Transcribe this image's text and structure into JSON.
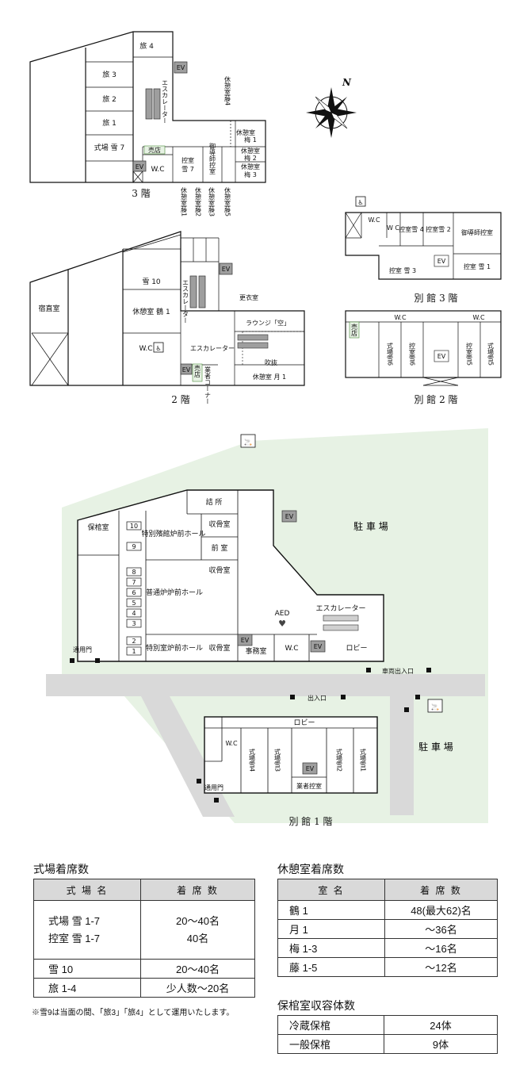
{
  "floor3": {
    "caption": "3 階",
    "rooms": {
      "tabi4": "旅 4",
      "tabi3": "旅 3",
      "tabi2": "旅 2",
      "tabi1": "旅 1",
      "yuki7": "式場 雪 7",
      "shop": "売店",
      "wc": "W.C",
      "hikae7a": "控室",
      "hikae7b": "雪 7",
      "dodoshi": "御導師控室",
      "ume1a": "休憩室",
      "ume1b": "梅 1",
      "ume2a": "休憩室",
      "ume2b": "梅 2",
      "ume3a": "休憩室",
      "ume3b": "梅 3",
      "ev": "EV",
      "escalator": "エスカレーター",
      "fuji1": "休憩室藤1",
      "fuji2": "休憩室藤2",
      "fuji3": "休憩室藤3",
      "fuji4": "休憩室藤4",
      "fuji5": "休憩室藤5"
    }
  },
  "floor2": {
    "caption": "2 階",
    "rooms": {
      "shukuchoku": "宿直室",
      "yuki10": "雪 10",
      "tsuru1": "休憩室 鶴 1",
      "wc": "W.C",
      "escalator": "エスカレーター",
      "kouishitsu": "更衣室",
      "lounge": "ラウンジ「空」",
      "escalator2": "エスカレーター",
      "fukinuke": "吹抜",
      "tsuki1": "休憩室 月 1",
      "ev": "EV",
      "shop": "売店",
      "gyosha": "業者コーナー"
    }
  },
  "annex3": {
    "caption": "別 館 3 階",
    "rooms": {
      "wc": "W.C",
      "wc2": "W C",
      "hikae_yuki4": "控室雪 4",
      "hikae_yuki2": "控室雪 2",
      "dodoshi": "御導師控室",
      "hikae_yuki3": "控室 雪 3",
      "hikae_yuki1": "控室 雪 1",
      "ev": "EV"
    }
  },
  "annex2": {
    "caption": "別 館 2 階",
    "rooms": {
      "wc_left": "W.C",
      "wc_right": "W.C",
      "shop": "売店",
      "shiki6": "式場雪6",
      "hikae6": "控室雪6",
      "hikae5": "控室雪5",
      "shiki5": "式場雪5",
      "ev": "EV"
    }
  },
  "floor1": {
    "rooms": {
      "tsumesho": "詰 所",
      "hokanshitsu": "保棺室",
      "tokubetsu_hall": "特別殯館炉前ホール",
      "shukotsu1": "収骨室",
      "zenshitsu": "前 室",
      "shukotsu2": "収骨室",
      "futsuro": "普通炉炉前ホール",
      "tokubetsu_room": "特別室炉前ホール",
      "shukotsu3": "収骨室",
      "jimushitsu": "事務室",
      "wc": "W.C",
      "lobby": "ロビー",
      "escalator": "エスカレーター",
      "aed": "AED",
      "ev": "EV",
      "parking": "駐 車 場",
      "tsuyomon": "通用門",
      "sharyo": "車両出入口",
      "deiriguchi": "出入口"
    },
    "furnaces": [
      "10",
      "9",
      "8",
      "7",
      "6",
      "5",
      "4",
      "3",
      "2",
      "1"
    ]
  },
  "annex1": {
    "caption": "別 館 1 階",
    "rooms": {
      "lobby": "ロビー",
      "wc": "W.C",
      "shiki4": "式場雪4",
      "shiki3": "式場雪3",
      "gyosha": "業者控室",
      "shiki2": "式場雪2",
      "shiki1": "式場雪1",
      "ev": "EV",
      "parking": "駐 車 場",
      "tsuyomon": "通用門"
    }
  },
  "north": "N",
  "tables": {
    "ceremony": {
      "title": "式場着席数",
      "headers": [
        "式 場 名",
        "着 席 数"
      ],
      "rows": [
        [
          "式場 雪 1-7\n控室 雪 1-7",
          "20〜40名\n40名"
        ],
        [
          "雪 10",
          "20〜40名"
        ],
        [
          "旅 1-4",
          "少人数〜20名"
        ]
      ],
      "note": "※雪9は当面の間、「旅3」「旅4」として運用いたします。"
    },
    "rest": {
      "title": "休憩室着席数",
      "headers": [
        "室 名",
        "着 席 数"
      ],
      "rows": [
        [
          "鶴 1",
          "48(最大62)名"
        ],
        [
          "月 1",
          "〜36名"
        ],
        [
          "梅 1-3",
          "〜16名"
        ],
        [
          "藤 1-5",
          "〜12名"
        ]
      ]
    },
    "storage": {
      "title": "保棺室収容体数",
      "rows": [
        [
          "冷蔵保棺",
          "24体"
        ],
        [
          "一般保棺",
          "9体"
        ]
      ]
    }
  },
  "colors": {
    "green": "#e7f2e4",
    "road": "#d9d9d9",
    "ev": "#9e9e9e",
    "shopGreen": "#4a8a3a"
  }
}
